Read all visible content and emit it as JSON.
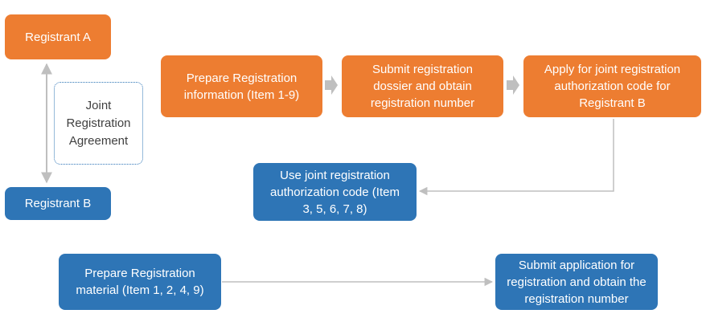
{
  "diagram": {
    "registrant_a": "Registrant A",
    "registrant_b": "Registrant B",
    "agreement": "Joint Registration Agreement",
    "step_prepare_info": "Prepare Registration information (Item 1-9)",
    "step_submit_dossier": "Submit registration dossier and obtain registration number",
    "step_apply_code": "Apply for joint registration authorization code for Registrant B",
    "step_use_code": "Use joint registration authorization code (Item 3, 5, 6, 7, 8)",
    "step_prepare_material": "Prepare Registration material (Item 1, 2, 4, 9)",
    "step_submit_application": "Submit application for registration and obtain the registration number"
  },
  "colors": {
    "registrant_a": "#ED7D31",
    "registrant_b": "#2E75B6",
    "connector": "#BFBFBF"
  }
}
